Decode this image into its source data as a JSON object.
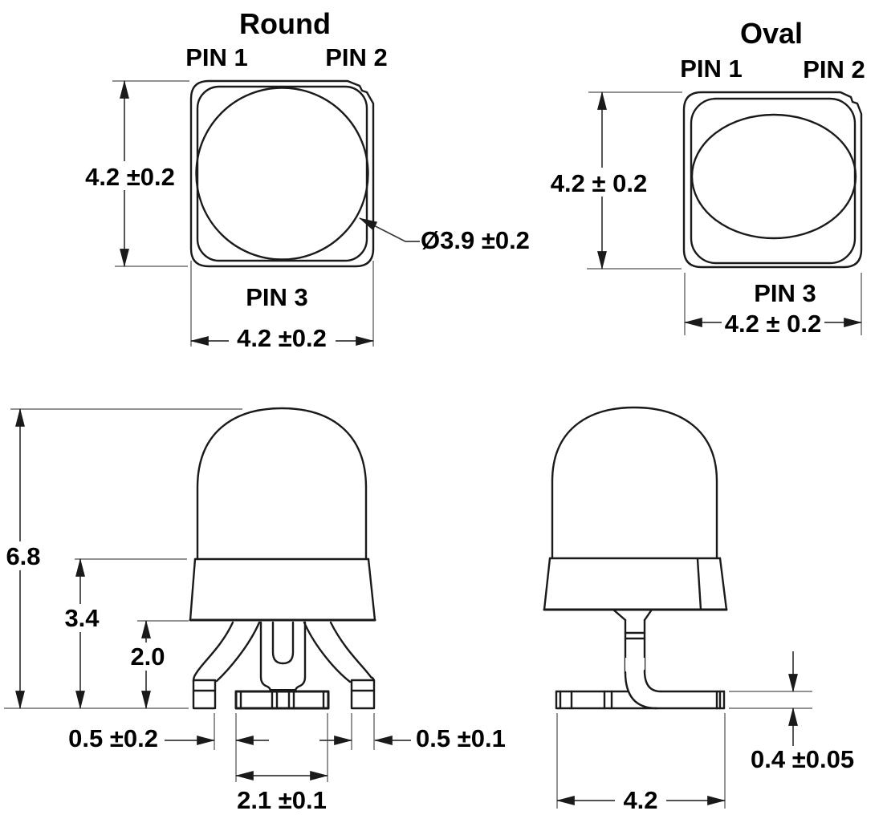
{
  "drawing": {
    "round_view": {
      "title": "Round",
      "pin1_label": "PIN 1",
      "pin2_label": "PIN 2",
      "pin3_label": "PIN 3",
      "height_dim": "4.2 ±0.2",
      "width_dim": "4.2 ±0.2",
      "lens_diameter_dim": "Ø3.9 ±0.2"
    },
    "oval_view": {
      "title": "Oval",
      "pin1_label": "PIN 1",
      "pin2_label": "PIN 2",
      "pin3_label": "PIN 3",
      "height_dim": "4.2 ± 0.2",
      "width_dim": "4.2 ± 0.2"
    },
    "front_view": {
      "total_height_dim": "6.8",
      "body_height_dim": "3.4",
      "lead_height_dim": "2.0",
      "left_gap_dim": "0.5 ±0.2",
      "right_foot_dim": "0.5 ±0.1",
      "pad_width_dim": "2.1 ±0.1"
    },
    "side_view": {
      "lead_thickness_dim": "0.4 ±0.05",
      "foot_length_dim": "4.2"
    },
    "colors": {
      "outline": "#1a1a1a",
      "dimension_line": "#3a3a3a",
      "extension_line": "#828282",
      "text": "#000000",
      "background": "#ffffff"
    }
  }
}
